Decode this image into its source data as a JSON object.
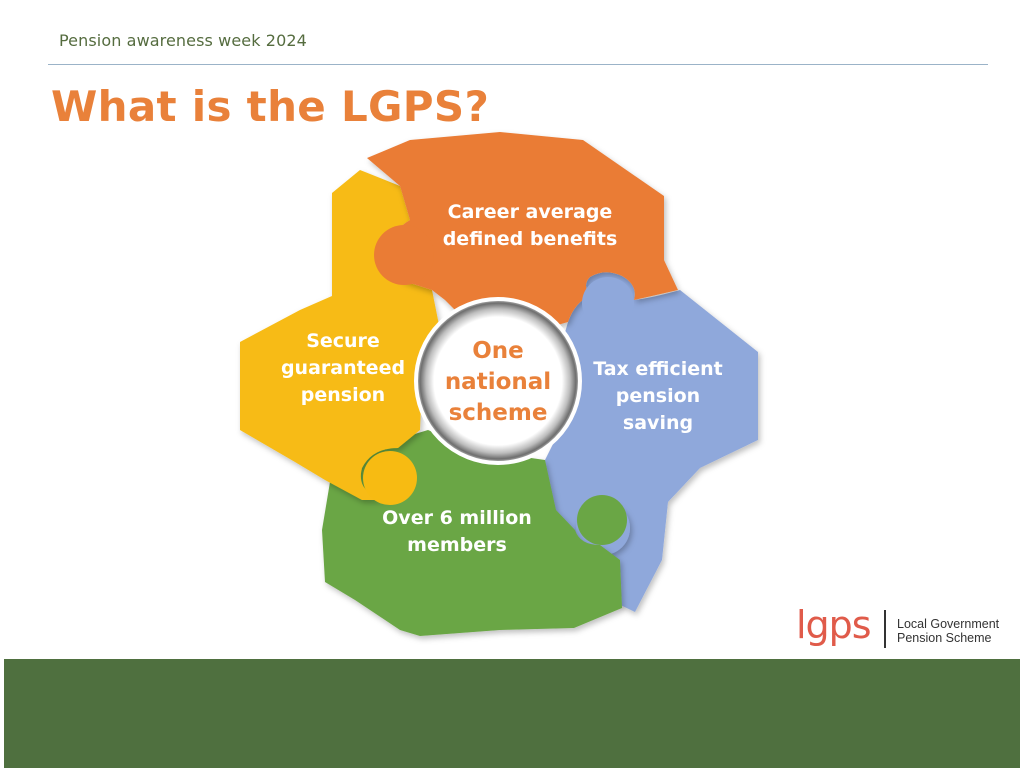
{
  "header": {
    "label": "Pension awareness week 2024"
  },
  "title": "What is the LGPS?",
  "diagram": {
    "center": "One\nnational\nscheme",
    "pieces": [
      {
        "text": "Career average\ndefined benefits",
        "color": "#ea7c35"
      },
      {
        "text": "Tax efficient\npension\nsaving",
        "color": "#8fa8db"
      },
      {
        "text": "Over 6 million\nmembers",
        "color": "#6aa645"
      },
      {
        "text": "Secure\nguaranteed\npension",
        "color": "#f7bb12"
      }
    ]
  },
  "logo": {
    "word": "lgps",
    "line1": "Local Government",
    "line2": "Pension Scheme"
  },
  "colors": {
    "title": "#e9813a",
    "header_text": "#556c3f",
    "footer_band": "#4f703f"
  }
}
